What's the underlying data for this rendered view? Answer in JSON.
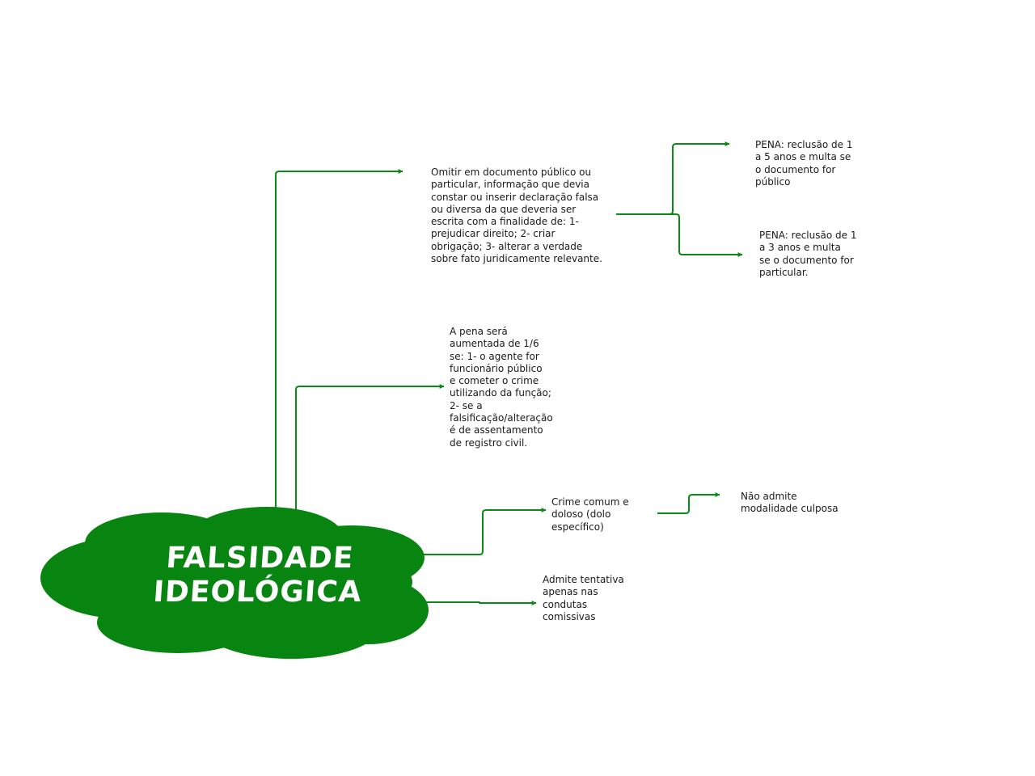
{
  "colors": {
    "accent": "#078510",
    "line": "#0a8a14",
    "text": "#1a1a1a",
    "background": "#ffffff",
    "central_text": "#ffffff"
  },
  "central_topic": {
    "label": "FALSIDADE\nIDEOLÓGICA",
    "shape": "cloud"
  },
  "nodes": {
    "definition": "Omitir em documento público ou\nparticular, informação que devia\nconstar ou inserir declaração falsa\nou diversa da que deveria ser\nescrita com a finalidade de: 1-\nprejudicar direito; 2- criar\nobrigação; 3- alterar a verdade\nsobre fato juridicamente relevante.",
    "pena_publico": "PENA: reclusão de 1\na 5 anos e multa se\no documento for\npúblico",
    "pena_particular": "PENA: reclusão de 1\na 3 anos e multa\nse o documento for\nparticular.",
    "aumento_pena": "A pena será\naumentada de 1/6\nse: 1- o agente for\nfuncionário público\ne cometer o crime\nutilizando da função;\n2- se a\nfalsificação/alteração\né de assentamento\nde registro civil.",
    "crime_comum": "Crime comum e\ndoloso (dolo\nespecífico)",
    "nao_culposa": "Não admite\nmodalidade culposa",
    "tentativa": "Admite tentativa\napenas nas\ncondutas\ncomissivas"
  },
  "connectors": [
    {
      "from": "central_topic",
      "to": "definition"
    },
    {
      "from": "definition",
      "to": "pena_publico"
    },
    {
      "from": "definition",
      "to": "pena_particular"
    },
    {
      "from": "central_topic",
      "to": "aumento_pena"
    },
    {
      "from": "central_topic",
      "to": "crime_comum"
    },
    {
      "from": "crime_comum",
      "to": "nao_culposa"
    },
    {
      "from": "central_topic",
      "to": "tentativa"
    }
  ]
}
